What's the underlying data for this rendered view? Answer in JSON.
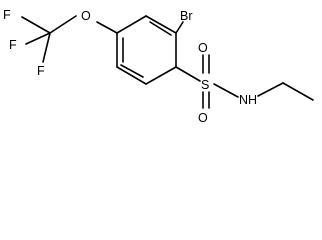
{
  "molecule": {
    "atoms": {
      "br": "Br",
      "o_ether": "O",
      "f1": "F",
      "f2": "F",
      "f3": "F",
      "s": "S",
      "o_sulfonyl_1": "O",
      "o_sulfonyl_2": "O",
      "n": "N",
      "h": "H"
    }
  }
}
